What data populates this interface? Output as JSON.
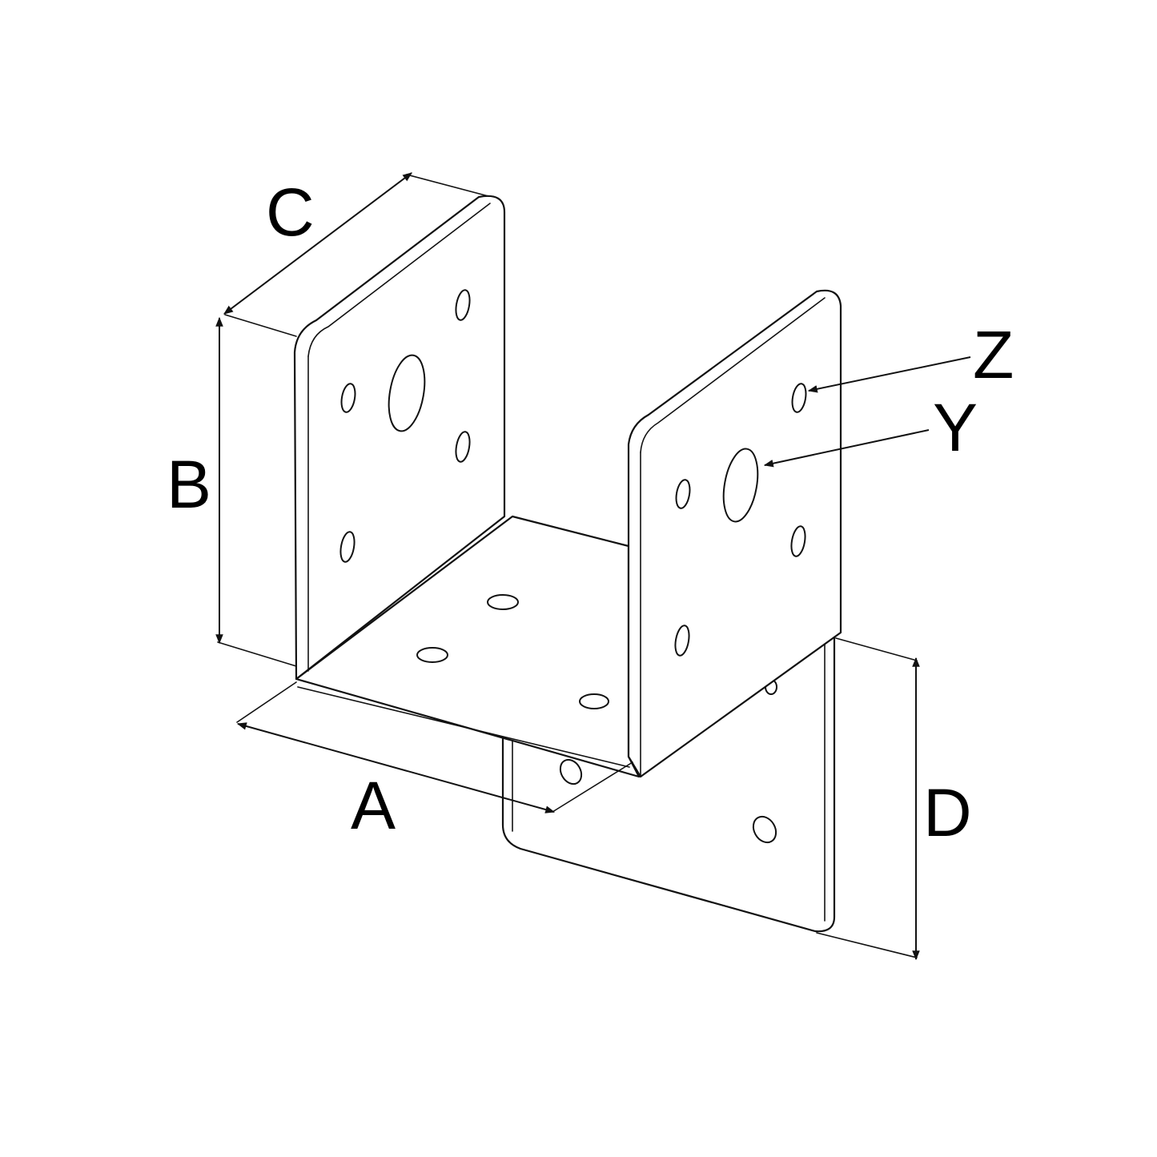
{
  "dimension_labels": {
    "a": "A",
    "b": "B",
    "c": "C",
    "d": "D"
  },
  "hole_labels": {
    "y": "Y",
    "z": "Z"
  },
  "colors": {
    "line": "#111111",
    "background": "#ffffff"
  }
}
